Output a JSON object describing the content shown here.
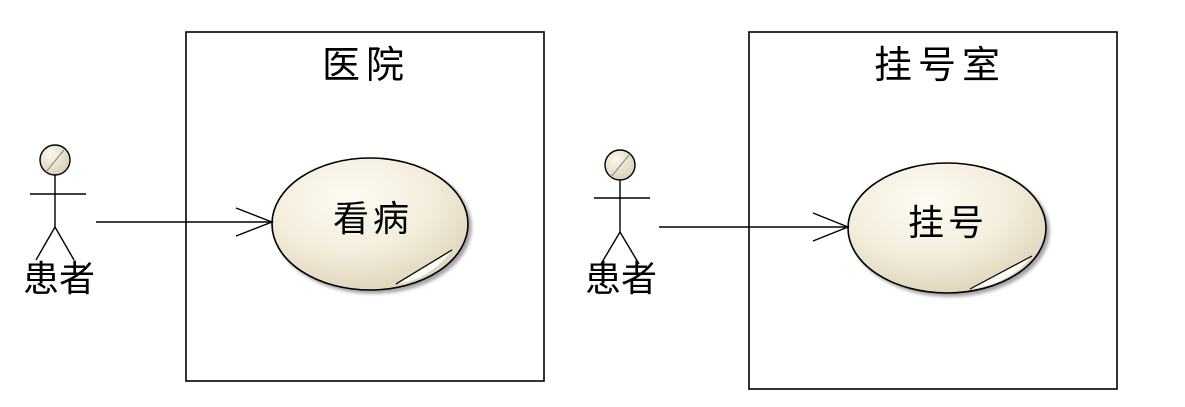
{
  "diagram": {
    "left": {
      "system_title": "医院",
      "actor_label": "患者",
      "usecase_label": "看病"
    },
    "right": {
      "system_title": "挂号室",
      "actor_label": "患者",
      "usecase_label": "挂号"
    }
  },
  "colors": {
    "usecase_fill_light": "#fbf8ef",
    "usecase_fill_dark": "#e4dcc6",
    "actor_head_fill": "#e8e0cc",
    "stroke": "#000000",
    "background": "#ffffff"
  }
}
